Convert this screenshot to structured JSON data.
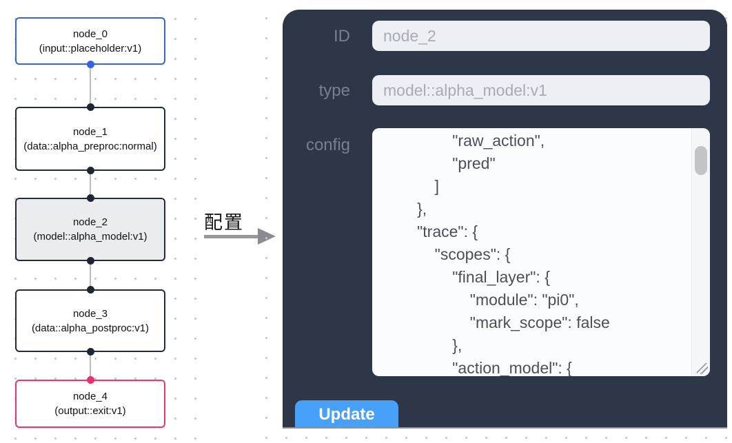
{
  "canvas": {
    "nodes": [
      {
        "title": "node_0",
        "subtitle": "(input::placeholder:v1)"
      },
      {
        "title": "node_1",
        "subtitle": "(data::alpha_preproc:normal)"
      },
      {
        "title": "node_2",
        "subtitle": "(model::alpha_model:v1)"
      },
      {
        "title": "node_3",
        "subtitle": "(data::alpha_postproc:v1)"
      },
      {
        "title": "node_4",
        "subtitle": "(output::exit:v1)"
      }
    ]
  },
  "transition": {
    "label": "配置"
  },
  "panel": {
    "id_field": {
      "label": "ID",
      "value": "node_2"
    },
    "type_field": {
      "label": "type",
      "value": "model::alpha_model:v1"
    },
    "config_field": {
      "label": "config",
      "value": "                \"raw_action\",\n                \"pred\"\n            ]\n        },\n        \"trace\": {\n            \"scopes\": {\n                \"final_layer\": {\n                    \"module\": \"pi0\",\n                    \"mark_scope\": false\n                },\n                \"action_model\": {"
    },
    "update_button": "Update"
  },
  "colors": {
    "panel_bg": "#2d3748",
    "button_blue": "#47a1f8",
    "node_input_border": "#3566c6",
    "node_default_border": "#232936",
    "node_output_border": "#e9326f",
    "selected_node_fill": "#ebecee",
    "port_blue": "#2e66e5",
    "port_dark": "#1e2534",
    "port_pink": "#ea2f6f"
  }
}
